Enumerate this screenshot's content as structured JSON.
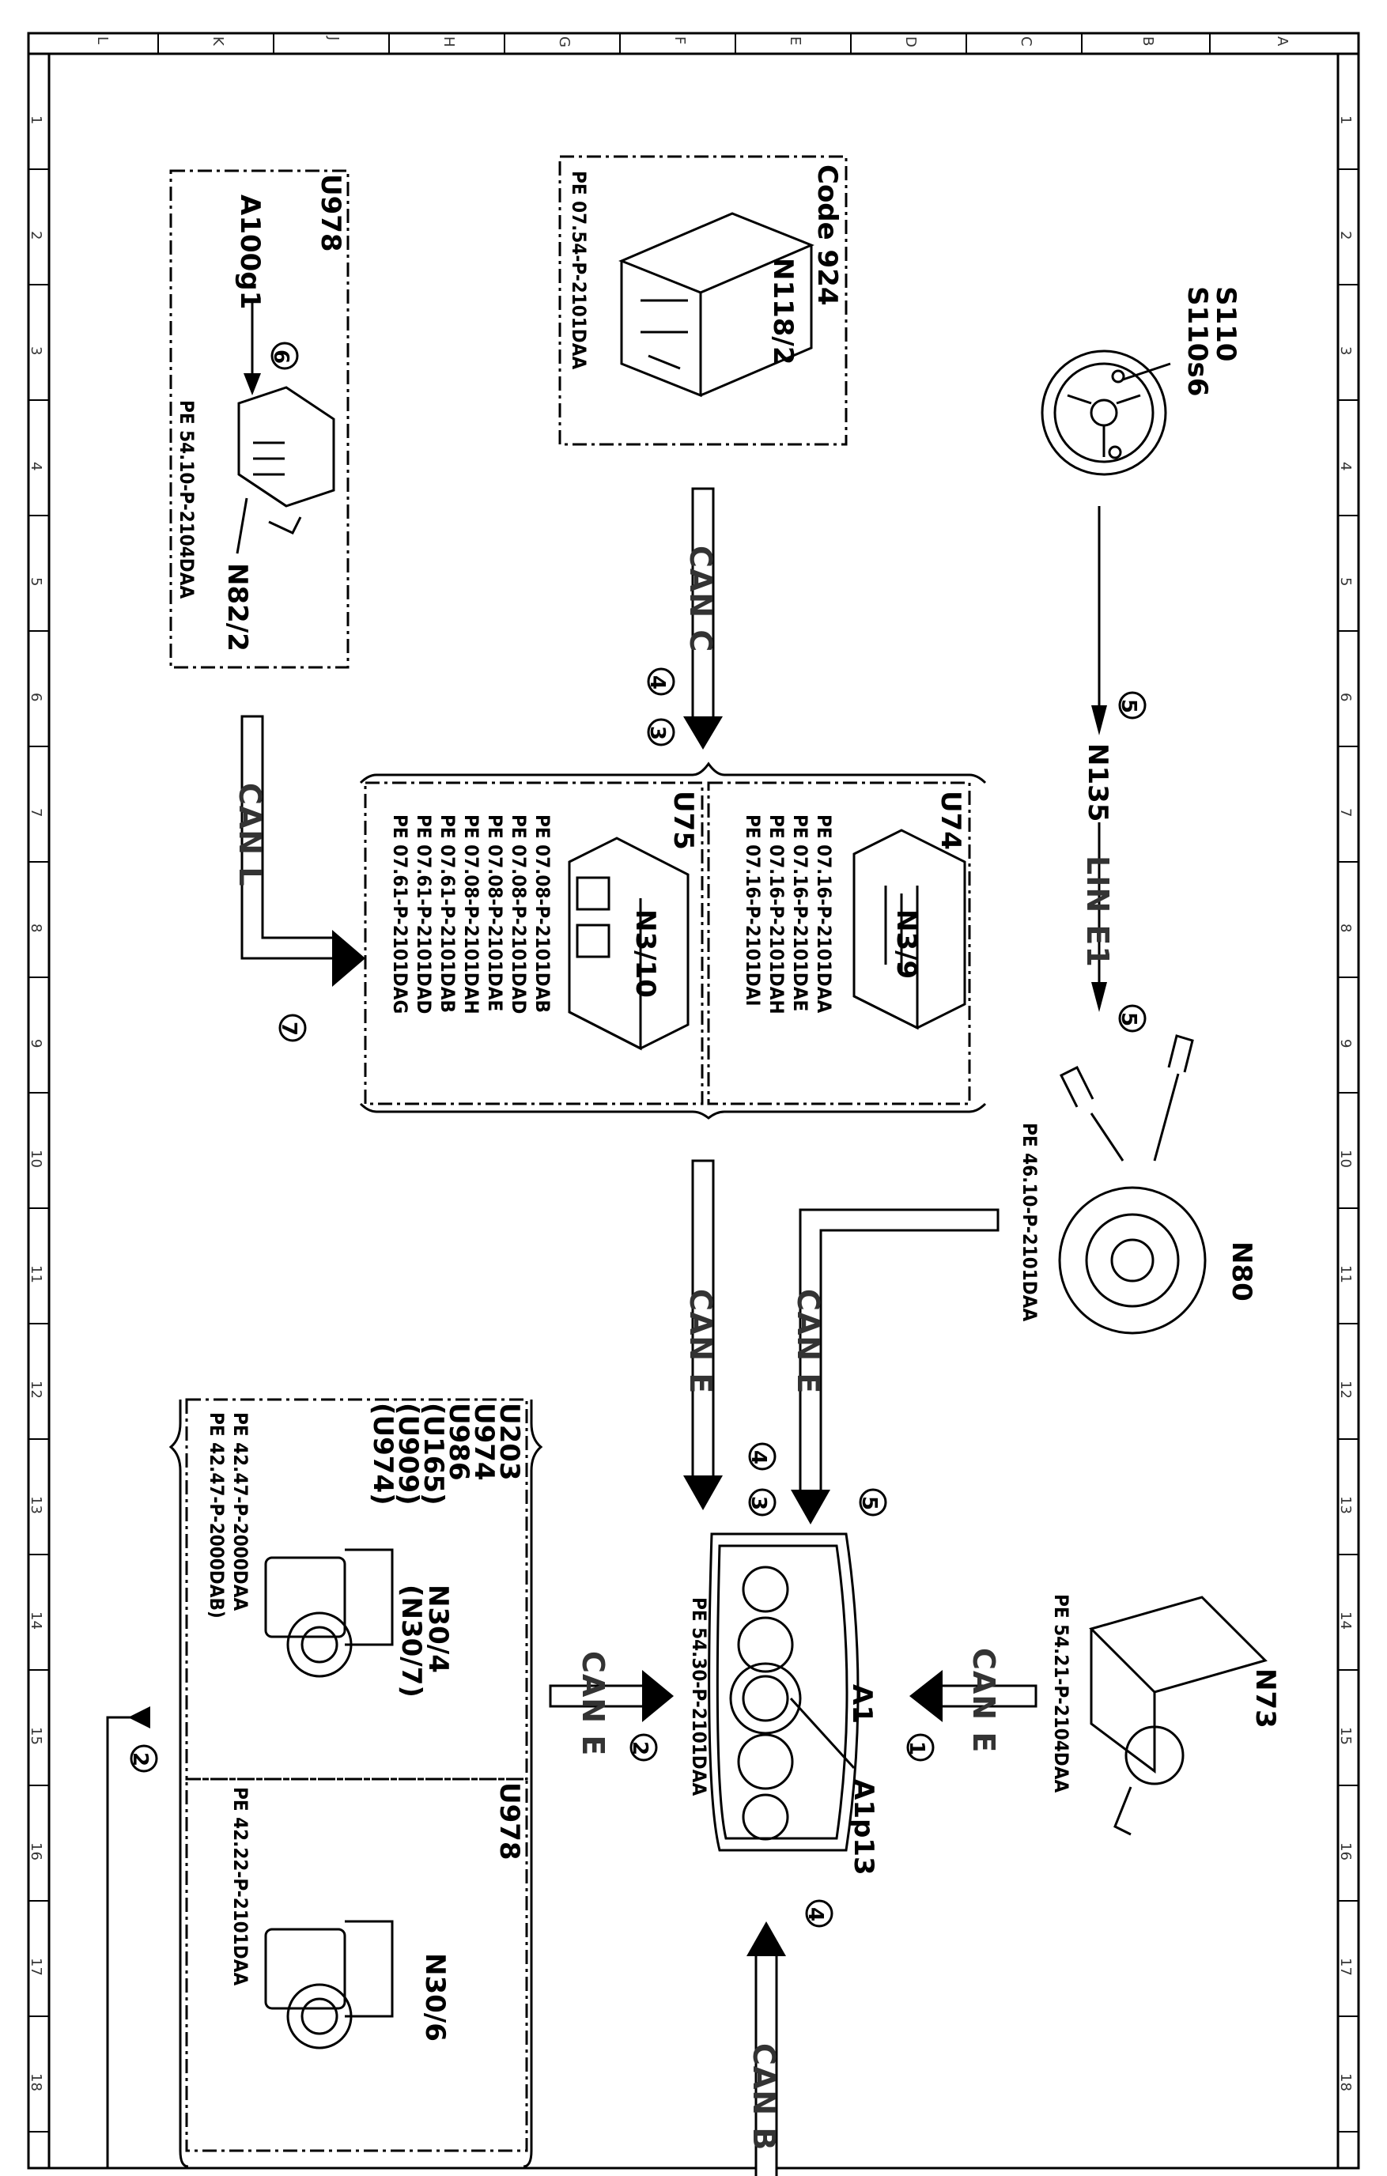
{
  "grid": {
    "letters": [
      "L",
      "K",
      "J",
      "H",
      "G",
      "F",
      "E",
      "D",
      "C",
      "B",
      "A"
    ],
    "numbers": [
      "1",
      "2",
      "3",
      "4",
      "5",
      "6",
      "7",
      "8",
      "9",
      "10",
      "11",
      "12",
      "13",
      "14",
      "15",
      "16",
      "17",
      "18"
    ]
  },
  "components": {
    "s110": "S110",
    "s110s6": "S110s6",
    "n135": "N135",
    "n80": "N80",
    "n73": "N73",
    "a1": "A1",
    "a1p13": "A1p13",
    "n118_2": "N118/2",
    "code924": "Code 924",
    "u978_top": "U978",
    "a100g1": "A100g1",
    "n82_2": "N82/2",
    "u74": "U74",
    "n3_9": "N3/9",
    "u75": "U75",
    "n3_10": "N3/10",
    "u203": "U203",
    "u974": "U974",
    "u986": "U986",
    "u165": "(U165)",
    "u909": "(U909)",
    "u974b": "(U974)",
    "n30_4": "N30/4",
    "n30_7": "(N30/7)",
    "u978_bottom": "U978",
    "n30_6": "N30/6"
  },
  "pe_refs": {
    "n118_2": "PE 07.54-P-2101DAA",
    "n82_2": "PE 54.10-P-2104DAA",
    "n80": "PE 46.10-P-2101DAA",
    "n73": "PE 54.21-P-2104DAA",
    "a1": "PE 54.30-P-2101DAA",
    "n3_9": [
      "PE 07.16-P-2101DAA",
      "PE 07.16-P-2101DAE",
      "PE 07.16-P-2101DAH",
      "PE 07.16-P-2101DAI"
    ],
    "n3_10": [
      "PE 07.08-P-2101DAB",
      "PE 07.08-P-2101DAD",
      "PE 07.08-P-2101DAE",
      "PE 07.08-P-2101DAH",
      "PE 07.61-P-2101DAB",
      "PE 07.61-P-2101DAD",
      "PE 07.61-P-2101DAG"
    ],
    "n30_4": [
      "PE 42.47-P-2000DAA",
      "PE 42.47-P-2000DAB)"
    ],
    "n30_6": "PE 42.22-P-2101DAA"
  },
  "buses": {
    "can_c": "CAN C",
    "can_l": "CAN L",
    "lin_e1": "LIN E1",
    "can_e_1": "CAN E",
    "can_e_2": "CAN E",
    "can_e_3": "CAN E",
    "can_e_4": "CAN E",
    "can_b": "CAN B"
  },
  "markers": {
    "m1": "1",
    "m2a": "2",
    "m2b": "2",
    "m3a": "3",
    "m3b": "3",
    "m4a": "4",
    "m4b": "4",
    "m4c": "4",
    "m5a": "5",
    "m5b": "5",
    "m5c": "5",
    "m6": "6",
    "m7": "7"
  },
  "colors": {
    "ink": "#000000",
    "bus_fill": "#ffffff",
    "label_gray": "#333333"
  }
}
